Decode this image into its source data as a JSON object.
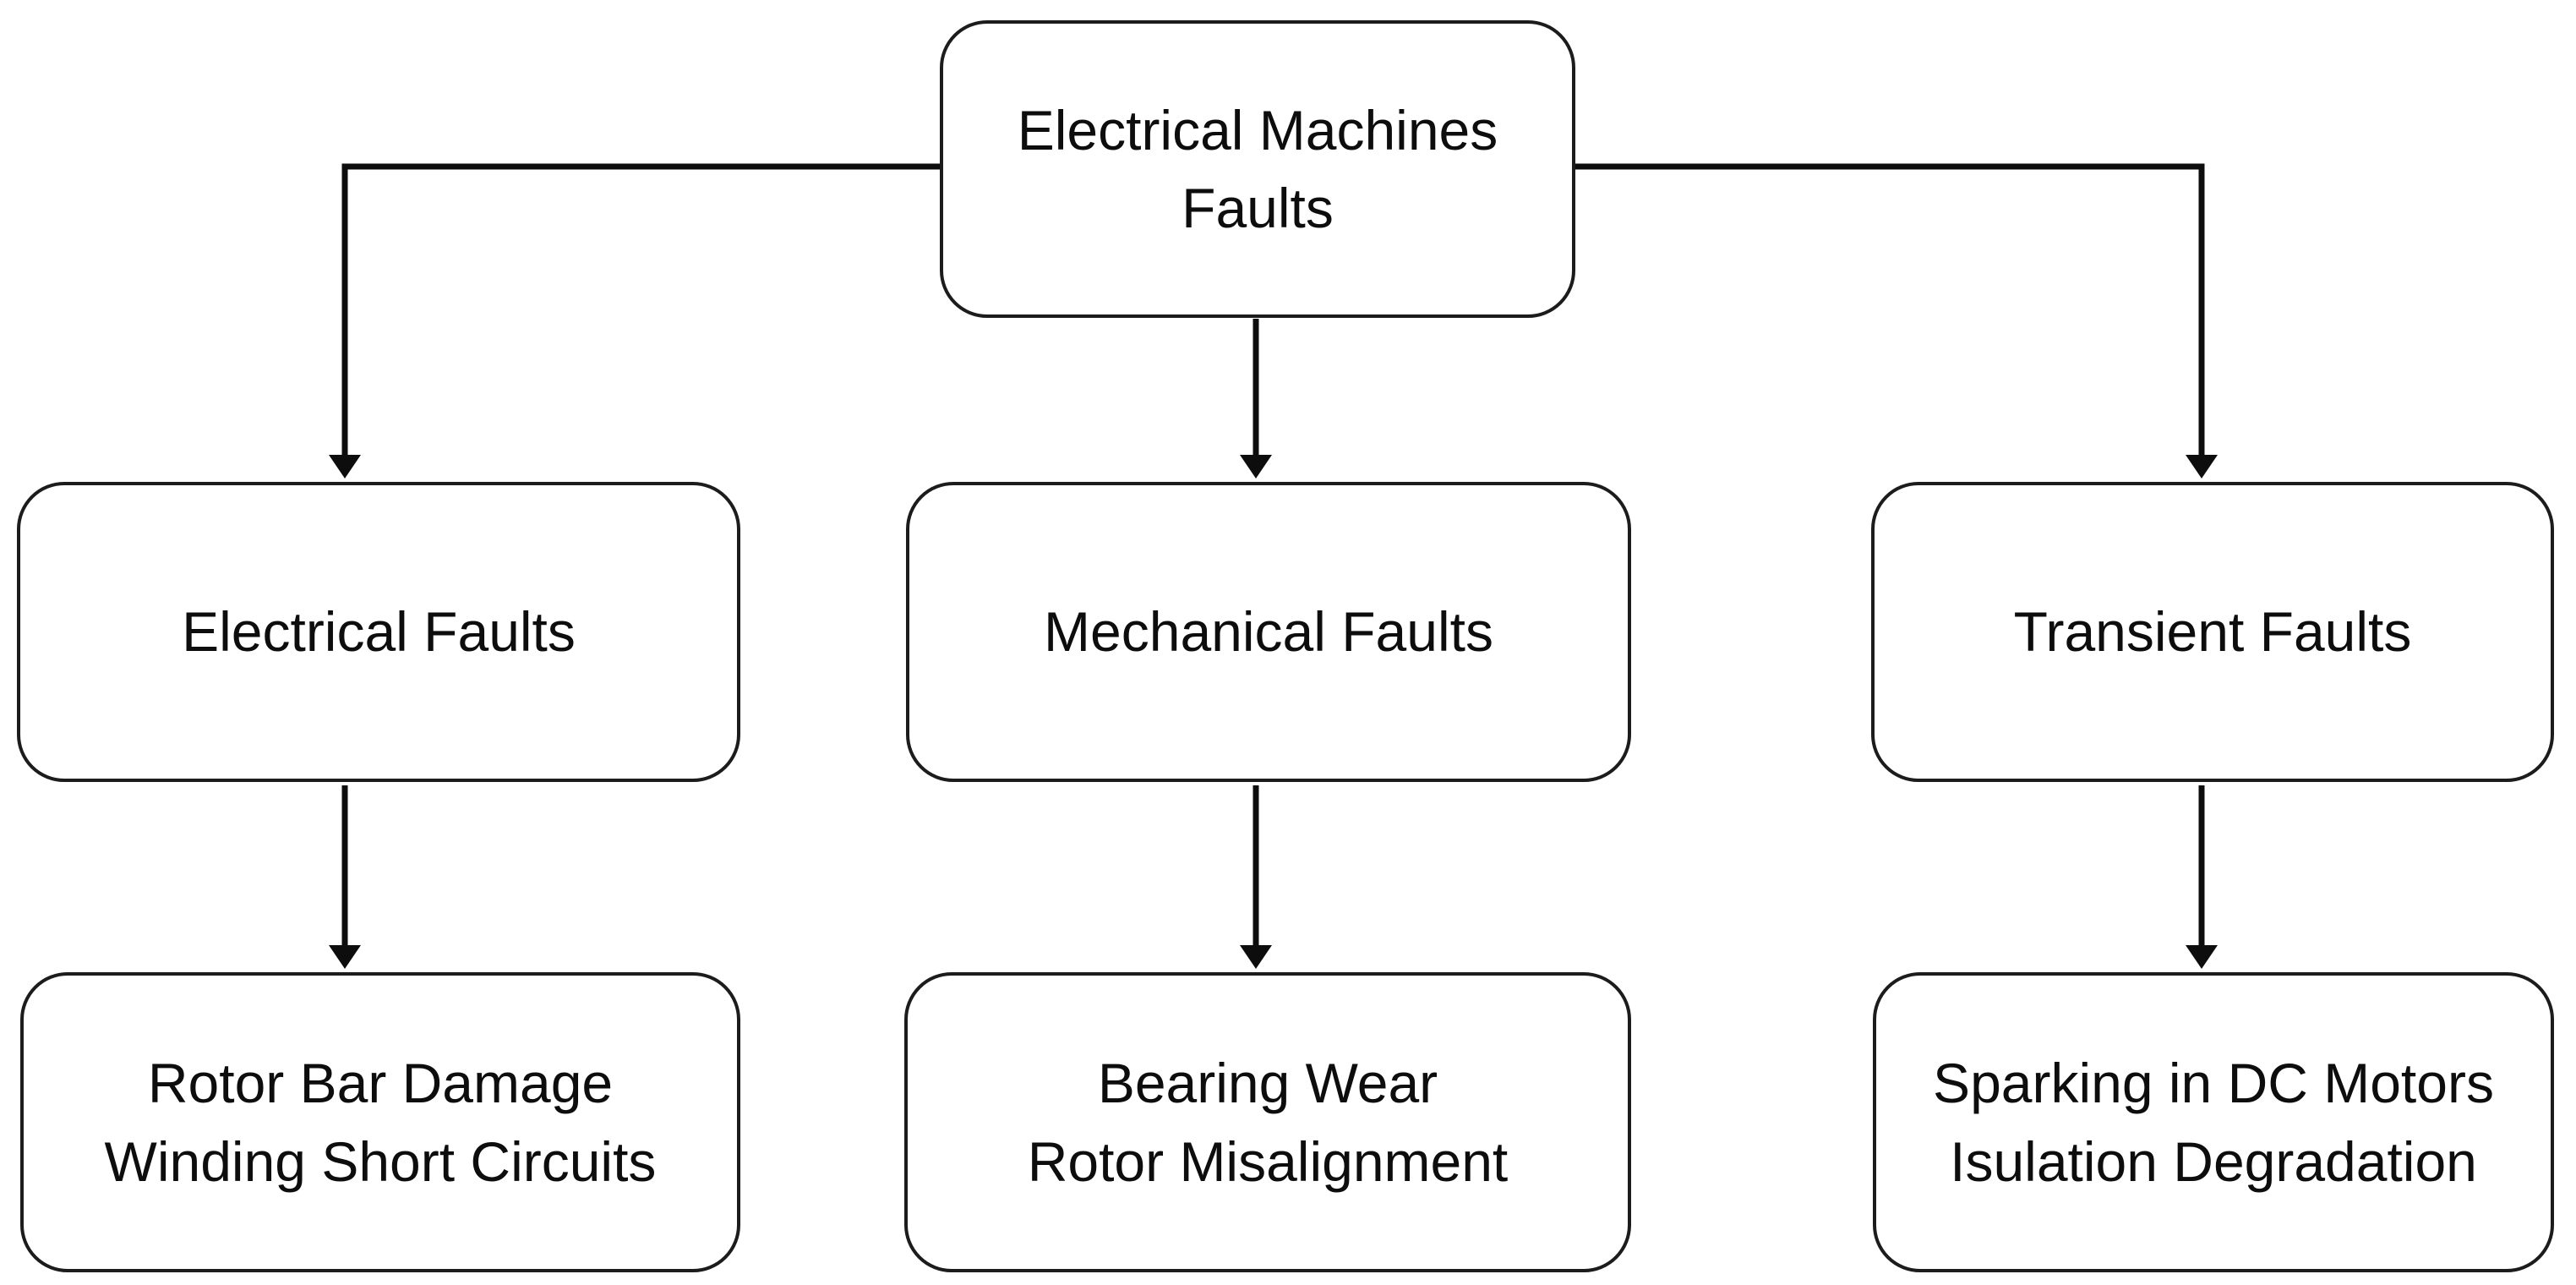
{
  "diagram": {
    "type": "flowchart",
    "root": {
      "label_lines": [
        "Electrical Machines",
        "Faults"
      ]
    },
    "branches": [
      {
        "category": "Electrical Faults",
        "faults_lines": [
          "Rotor Bar Damage",
          "Winding Short Circuits"
        ]
      },
      {
        "category": "Mechanical Faults",
        "faults_lines": [
          "Bearing Wear",
          "Rotor Misalignment"
        ]
      },
      {
        "category": "Transient Faults",
        "faults_lines": [
          "Sparking in DC Motors",
          "Isulation Degradation"
        ]
      }
    ],
    "colors": {
      "background": "#ffffff",
      "box_fill": "#ffffff",
      "box_border": "#1c1c1c",
      "text": "#0d0d0d",
      "connector": "#0d0d0d"
    }
  }
}
